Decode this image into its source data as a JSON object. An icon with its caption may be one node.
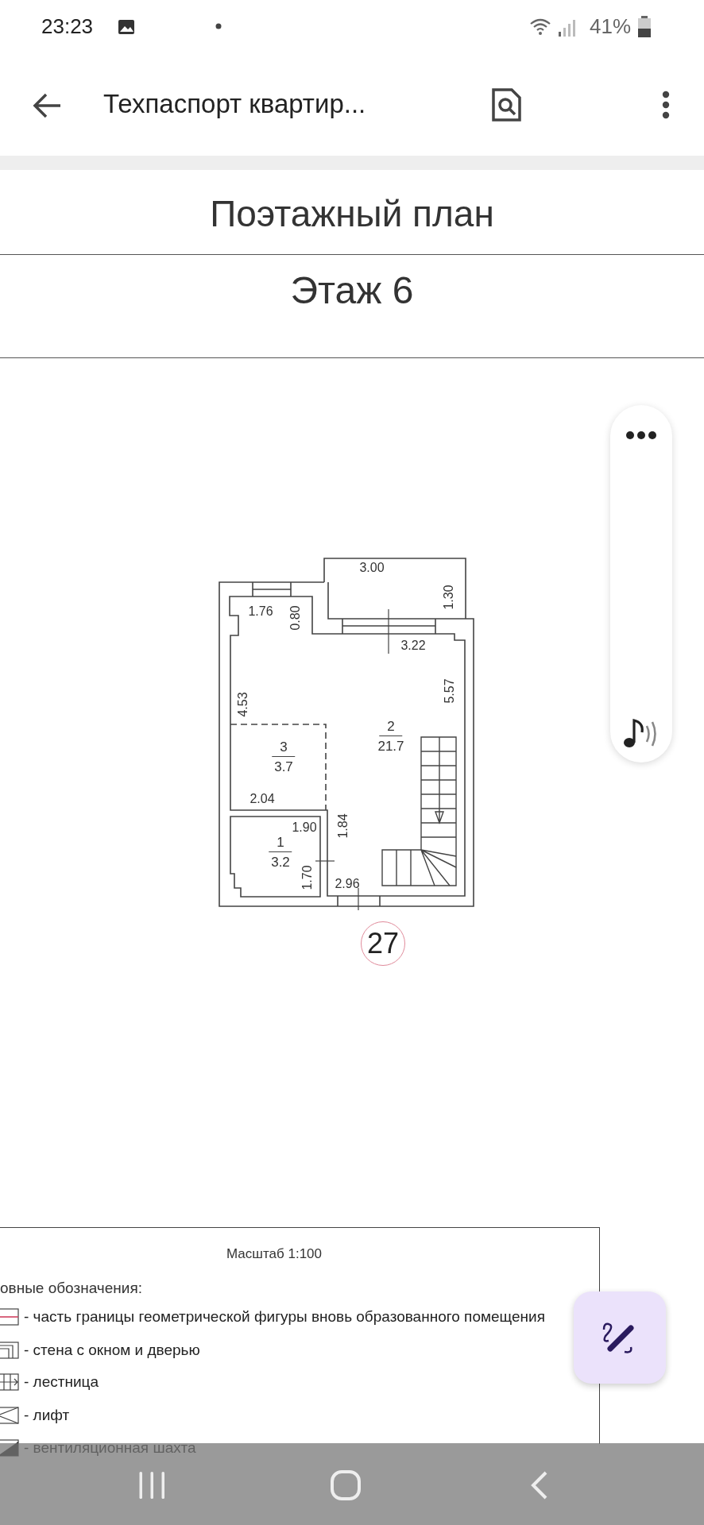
{
  "diagram": {
    "title": "Поэтажный план",
    "nodes": [
      {
        "text": [
          "2",
          "21.7"
        ]
      },
      {
        "text": [
          "3",
          "3.7"
        ]
      },
      {
        "text": [
          "1",
          "3.2"
        ]
      },
      {
        "text": [
          "27"
        ]
      }
    ],
    "edges": [],
    "labels": [
      "23:23",
      "41%",
      "Техпаспорт квартир...",
      "Этаж 6",
      "3.00",
      "1.30",
      "1.76",
      "0.80",
      "3.22",
      "4.53",
      "5.57",
      "2.04",
      "1.90",
      "1.84",
      "1.70",
      "2.96",
      "Масштаб 1:100",
      "овные обозначения:"
    ],
    "legend": [
      {
        "text": "- часть границы геометрической фигуры вновь образованного помещения"
      },
      {
        "text": "- стена с окном и дверью"
      },
      {
        "text": "- лестница"
      },
      {
        "text": "- лифт"
      },
      {
        "text": "- вентиляционная шахта"
      }
    ]
  }
}
